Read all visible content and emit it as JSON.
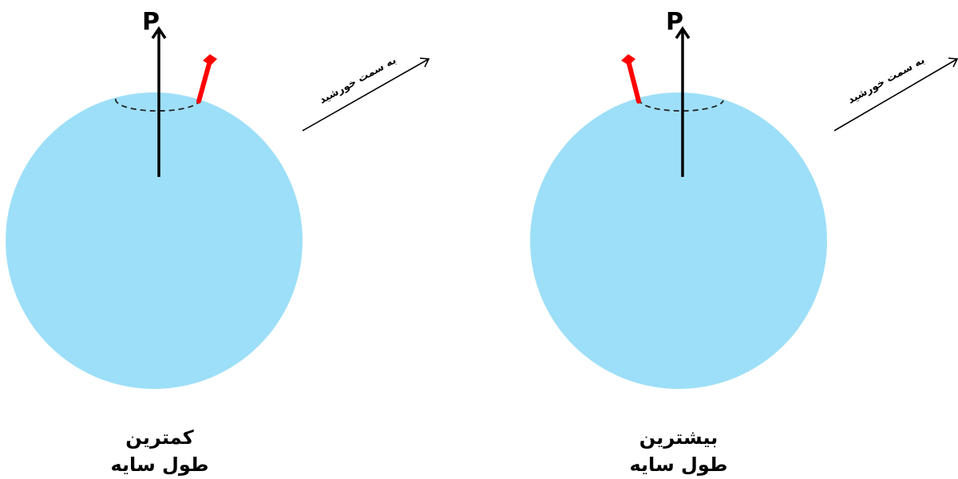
{
  "colors": {
    "earth": "#9ddff8",
    "gnomon": "#ff0000",
    "axis": "#000000"
  },
  "panels": [
    {
      "pole_label": "P",
      "sun_direction_label": "به سمت خورشید",
      "caption_line1": "کمترین",
      "caption_line2": "طول سایه"
    },
    {
      "pole_label": "P",
      "sun_direction_label": "به سمت خورشید",
      "caption_line1": "بیشترین",
      "caption_line2": "طول سایه"
    }
  ]
}
